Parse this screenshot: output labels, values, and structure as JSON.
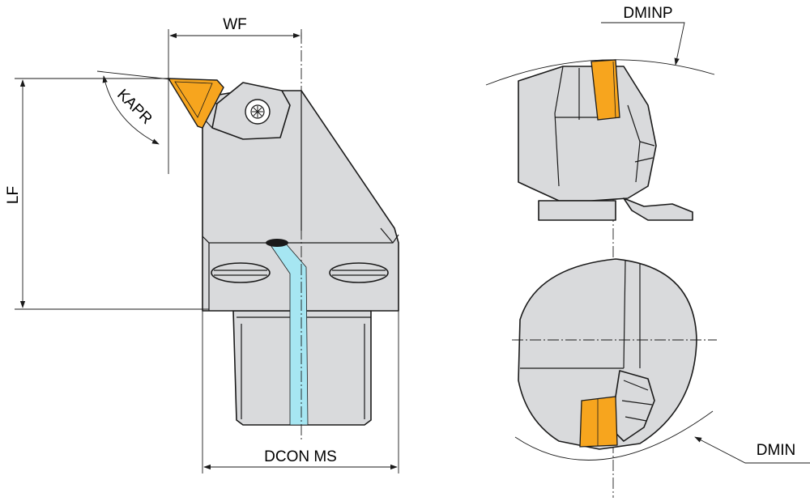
{
  "labels": {
    "wf": "WF",
    "lf": "LF",
    "kapr": "KAPR",
    "dcon_ms": "DCON MS",
    "dminp": "DMINP",
    "dmin": "DMIN"
  },
  "colors": {
    "insert": "#f7a51e",
    "coolant": "#a6e6f2",
    "body": "#d9dadc",
    "line": "#1a1a1a"
  }
}
